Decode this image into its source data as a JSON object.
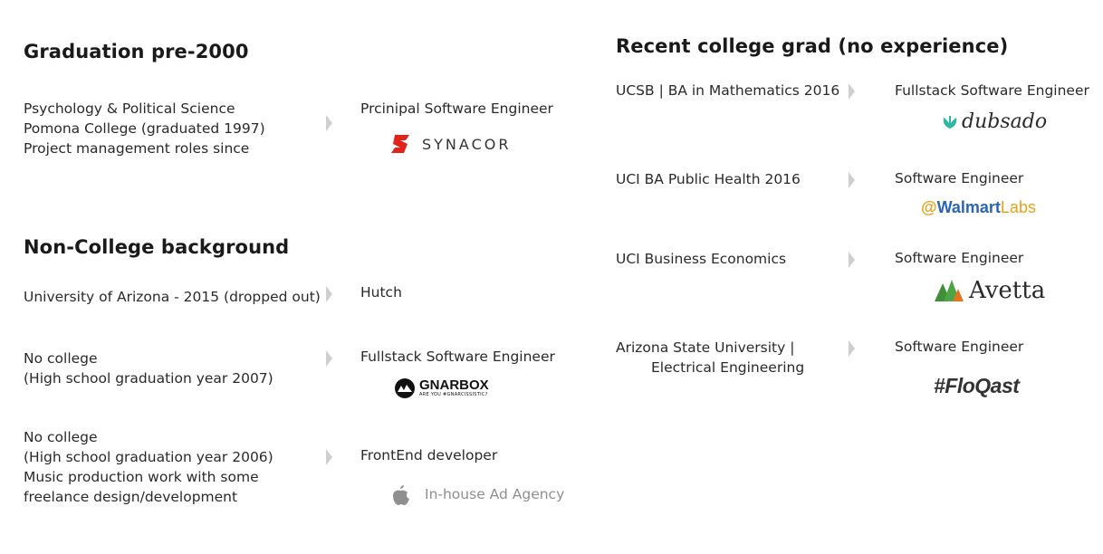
{
  "sections": {
    "pre2000": {
      "title": "Graduation pre-2000"
    },
    "noncollege": {
      "title": "Non-College background"
    },
    "recent": {
      "title": "Recent college grad (no experience)"
    }
  },
  "left": {
    "pre2000": {
      "background": [
        "Psychology & Political Science",
        "Pomona College (graduated 1997)",
        "Project management roles since"
      ],
      "role": "Prcinipal Software Engineer",
      "company_logo": "SYNACOR"
    },
    "row1": {
      "background": [
        "University of Arizona - 2015 (dropped out)"
      ],
      "role": "Hutch"
    },
    "row2": {
      "background": [
        "No college",
        "(High school graduation year 2007)"
      ],
      "role": "Fullstack Software Engineer",
      "company_logo": "GNARBOX",
      "company_tagline": "ARE YOU #GNARCISSISTIC?"
    },
    "row3": {
      "background": [
        "No college",
        "(High school graduation year 2006)",
        "Music production work with some",
        "freelance design/development"
      ],
      "role": "FrontEnd developer",
      "company_logo": "In-house Ad Agency"
    }
  },
  "right": {
    "row1": {
      "background": [
        "UCSB | BA in Mathematics 2016"
      ],
      "role": "Fullstack Software Engineer",
      "company_logo": "dubsado"
    },
    "row2": {
      "background": [
        "UCI BA Public Health 2016"
      ],
      "role": "Software Engineer",
      "company_logo_at": "@",
      "company_logo_main": "Walmart",
      "company_logo_labs": "Labs"
    },
    "row3": {
      "background": [
        "UCI Business Economics"
      ],
      "role": "Software Engineer",
      "company_logo": "Avetta"
    },
    "row4": {
      "background": [
        "Arizona State University |",
        "Electrical Engineering"
      ],
      "role": "Software Engineer",
      "company_logo": "#FloQast"
    }
  },
  "colors": {
    "synacor_red": "#e2231a",
    "walmart_blue": "#2a66b7",
    "walmart_yellow": "#e5a21a",
    "avetta_green": "#3f8f3a",
    "avetta_orange": "#e2731f",
    "dubsado_teal": "#2fb7a6",
    "arrow_gray": "#cfcfcf"
  }
}
